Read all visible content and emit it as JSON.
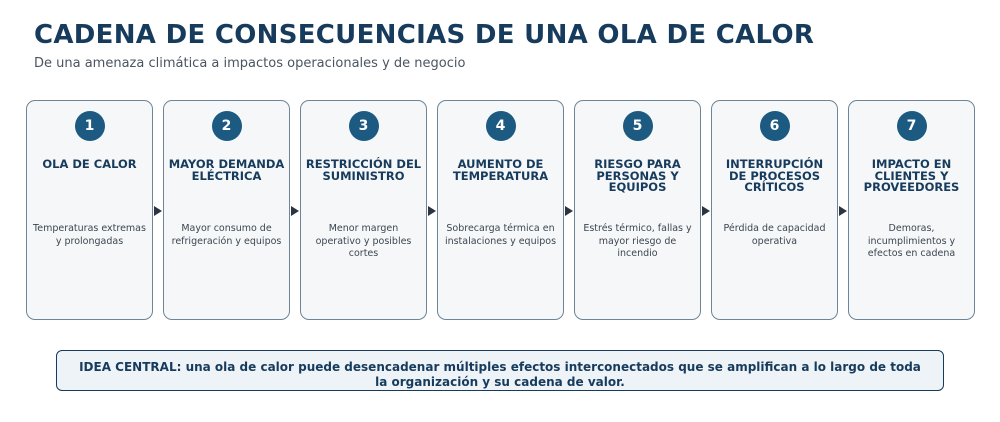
{
  "title": "CADENA DE CONSECUENCIAS DE UNA OLA DE CALOR",
  "subtitle": "De una amenaza climática a impactos operacionales y de negocio",
  "steps": [
    {
      "number": "1",
      "title": "OLA DE CALOR",
      "description": "Temperaturas extremas y prolongadas"
    },
    {
      "number": "2",
      "title": "MAYOR DEMANDA ELÉCTRICA",
      "description": "Mayor consumo de refrigeración y equipos"
    },
    {
      "number": "3",
      "title": "RESTRICCIÓN DEL SUMINISTRO",
      "description": "Menor margen operativo y posibles cortes"
    },
    {
      "number": "4",
      "title": "AUMENTO DE TEMPERATURA",
      "description": "Sobrecarga térmica en instalaciones y equipos"
    },
    {
      "number": "5",
      "title": "RIESGO PARA PERSONAS Y EQUIPOS",
      "description": "Estrés térmico, fallas y mayor riesgo de incendio"
    },
    {
      "number": "6",
      "title": "INTERRUPCIÓN DE PROCESOS CRÍTICOS",
      "description": "Pérdida de capacidad operativa"
    },
    {
      "number": "7",
      "title": "IMPACTO EN CLIENTES Y PROVEEDORES",
      "description": "Demoras, incumplimientos y efectos en cadena"
    }
  ],
  "central_idea": "IDEA CENTRAL: una ola de calor puede desencadenar múltiples efectos interconectados que se amplifican a lo largo de toda la organización y su cadena de valor.",
  "colors": {
    "title": "#173b5c",
    "badge": "#1d5a82",
    "card_border": "#6e8597",
    "card_fill": "#f5f7f9",
    "arrow": "#2b3440"
  }
}
